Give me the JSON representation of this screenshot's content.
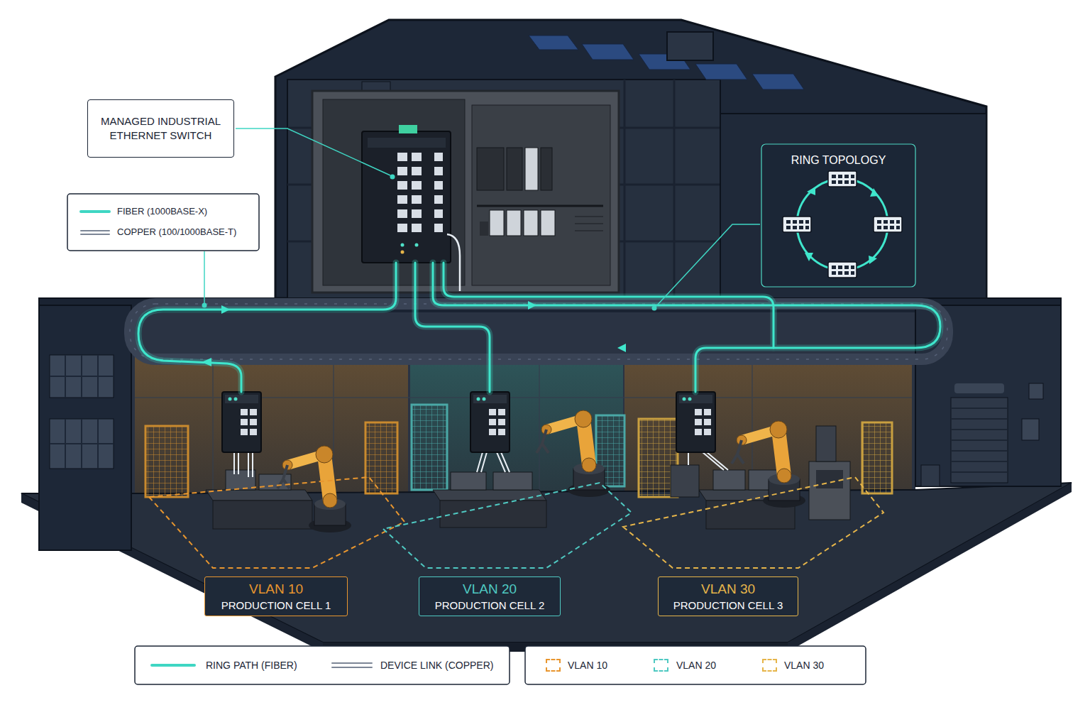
{
  "diagram": {
    "nodes": [
      {
        "text": [
          "MANAGED INDUSTRIAL ETHERNET SWITCH"
        ]
      },
      {
        "text": [
          "RING TOPOLOGY"
        ]
      },
      {
        "text": [
          "VLAN 10",
          "PRODUCTION CELL 1"
        ]
      },
      {
        "text": [
          "VLAN 20",
          "PRODUCTION CELL 2"
        ]
      },
      {
        "text": [
          "VLAN 30",
          "PRODUCTION CELL 3"
        ]
      }
    ],
    "legend": [
      {
        "text": "FIBER (1000BASE-X)"
      },
      {
        "text": "COPPER (100/1000BASE-T)"
      },
      {
        "text": "RING PATH (FIBER)"
      },
      {
        "text": "DEVICE LINK (COPPER)"
      },
      {
        "text": "VLAN 10",
        "color": "#e8962f"
      },
      {
        "text": "VLAN 20",
        "color": "#4fc9c2"
      },
      {
        "text": "VLAN 30",
        "color": "#e6b54a"
      }
    ]
  }
}
